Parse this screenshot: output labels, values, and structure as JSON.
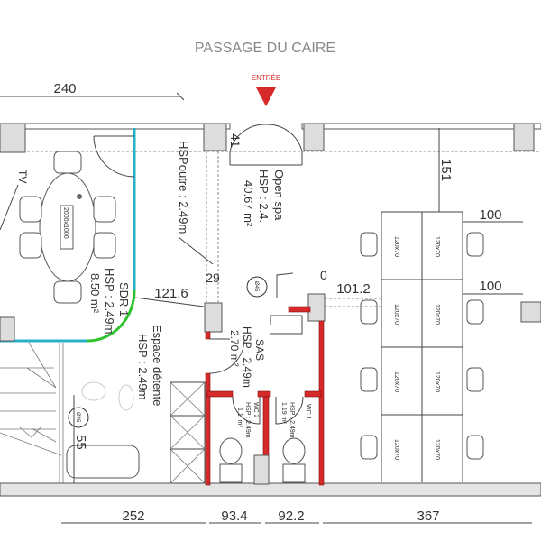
{
  "header": {
    "street": "PASSAGE DU CAIRE",
    "entrance": "ENTRÉE"
  },
  "colors": {
    "walls_new": "#d62a2a",
    "glass_wall": "#2ab0c8",
    "curved_wall": "#2ec22e",
    "title": "#888888"
  },
  "dimensions": {
    "top_left": "240",
    "door_width": "41",
    "vertical_151": "151",
    "desk_spacing_top": "100",
    "desk_spacing_mid": "100",
    "aisle": "101.2",
    "meeting_to_pillar": "121.6",
    "pillar_gap": "29",
    "gap_right": "0",
    "armchair": "55",
    "bottom": [
      "252",
      "93.4",
      "92.2",
      "367"
    ]
  },
  "rooms": {
    "open_space": {
      "name": "Open spa",
      "height": "HSP : 2.4.",
      "area": "40.67 m²"
    },
    "meeting": {
      "name": "SDR 1",
      "height": "HSP : 2.49m",
      "area": "8.50 m²",
      "table": "2000x1000",
      "tv": "TV"
    },
    "beam": {
      "label": "HSPoutre : 2.49m"
    },
    "lounge": {
      "name": "Espace détente",
      "height": "HSP : 2.49m"
    },
    "sas": {
      "name": "SAS",
      "height": "HSP : 2.49m",
      "area": "2.70 m²"
    },
    "wc2": {
      "name": "WC 2",
      "height": "HSP : 2.49m",
      "area": "1.1. m²"
    },
    "wc1": {
      "name": "WC 1",
      "height": "HSP : 2.49m",
      "area": "1.19 m²"
    }
  },
  "fixtures": {
    "turning_circle": "Ø45"
  },
  "desks": [
    "120x70",
    "120x70",
    "120x70",
    "120x70",
    "120x70",
    "120x70",
    "120x70",
    "120x70"
  ]
}
